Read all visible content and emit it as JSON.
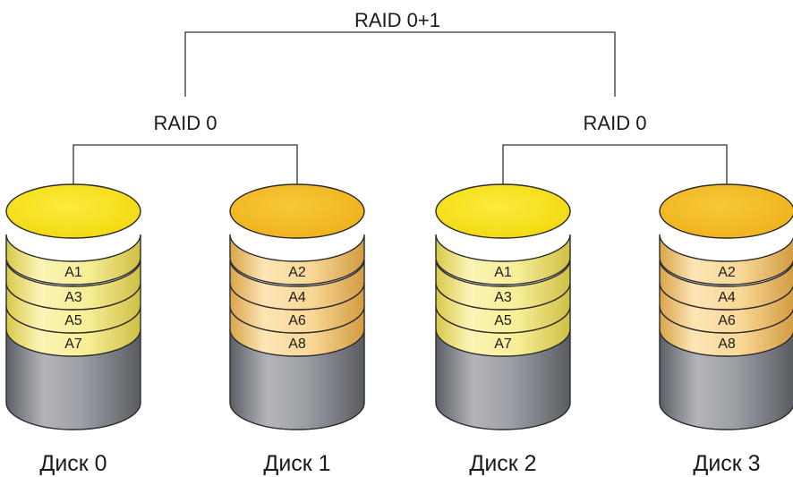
{
  "top_label": "RAID 0+1",
  "groups": [
    {
      "label": "RAID 0"
    },
    {
      "label": "RAID 0"
    }
  ],
  "disks": [
    {
      "name": "Диск 0",
      "blocks": [
        "A1",
        "A3",
        "A5",
        "A7"
      ],
      "tone": "yellow"
    },
    {
      "name": "Диск 1",
      "blocks": [
        "A2",
        "A4",
        "A6",
        "A8"
      ],
      "tone": "orange"
    },
    {
      "name": "Диск 2",
      "blocks": [
        "A1",
        "A3",
        "A5",
        "A7"
      ],
      "tone": "yellow"
    },
    {
      "name": "Диск 3",
      "blocks": [
        "A2",
        "A4",
        "A6",
        "A8"
      ],
      "tone": "orange"
    }
  ],
  "colors": {
    "line": "#333333",
    "yellow_top": "#f7e11a",
    "yellow_band": "#faf2a0",
    "orange_top": "#f4bd22",
    "orange_band": "#fbdca0",
    "gray_body": "#9a9ca3"
  }
}
